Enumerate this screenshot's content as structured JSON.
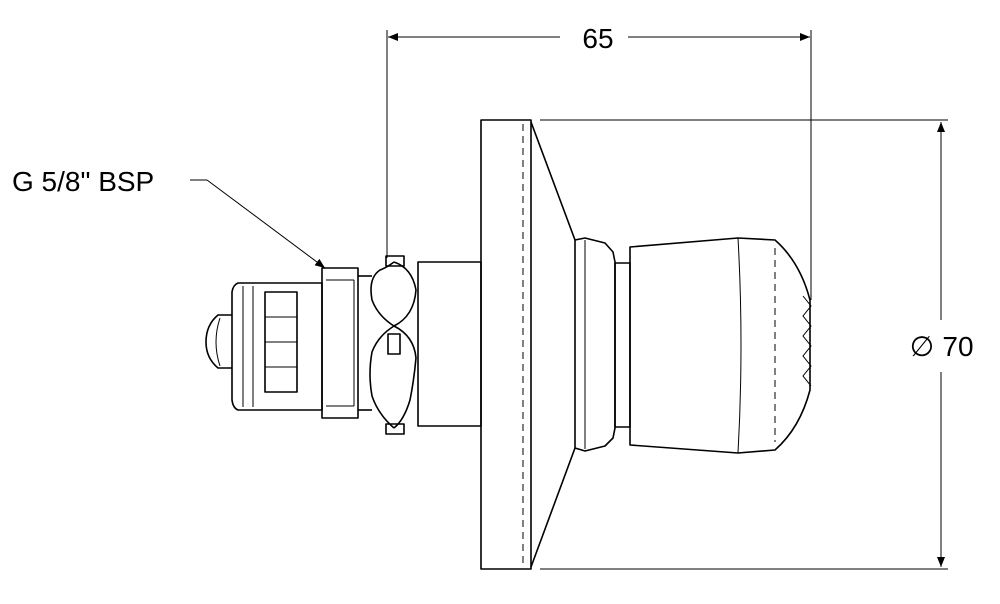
{
  "dimensions": {
    "length": "65",
    "diameter": "70",
    "diameter_symbol": "∅"
  },
  "callouts": {
    "thread": "G 5/8\" BSP"
  }
}
